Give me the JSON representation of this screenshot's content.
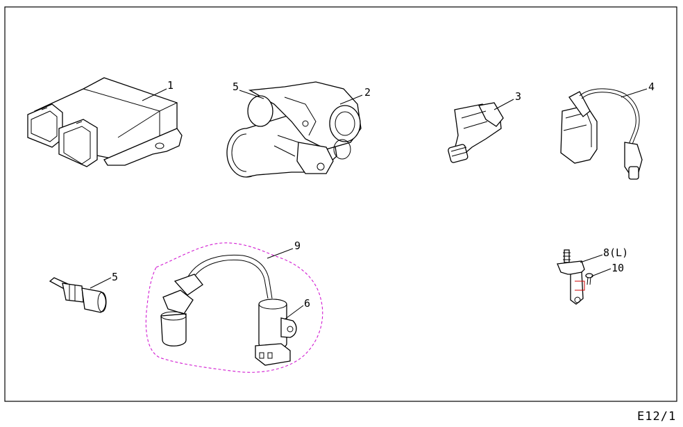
{
  "callouts": {
    "c1": "1",
    "c2": "2",
    "c3": "3",
    "c4": "4",
    "c5a": "5",
    "c5b": "5",
    "c6": "6",
    "c8": "8(L)",
    "c9": "9",
    "c10": "10"
  },
  "sheet_ref": "E12/1",
  "colors": {
    "frame": "#000000",
    "kit_outline": "#d11ad1",
    "highlight": "#cc0000"
  }
}
